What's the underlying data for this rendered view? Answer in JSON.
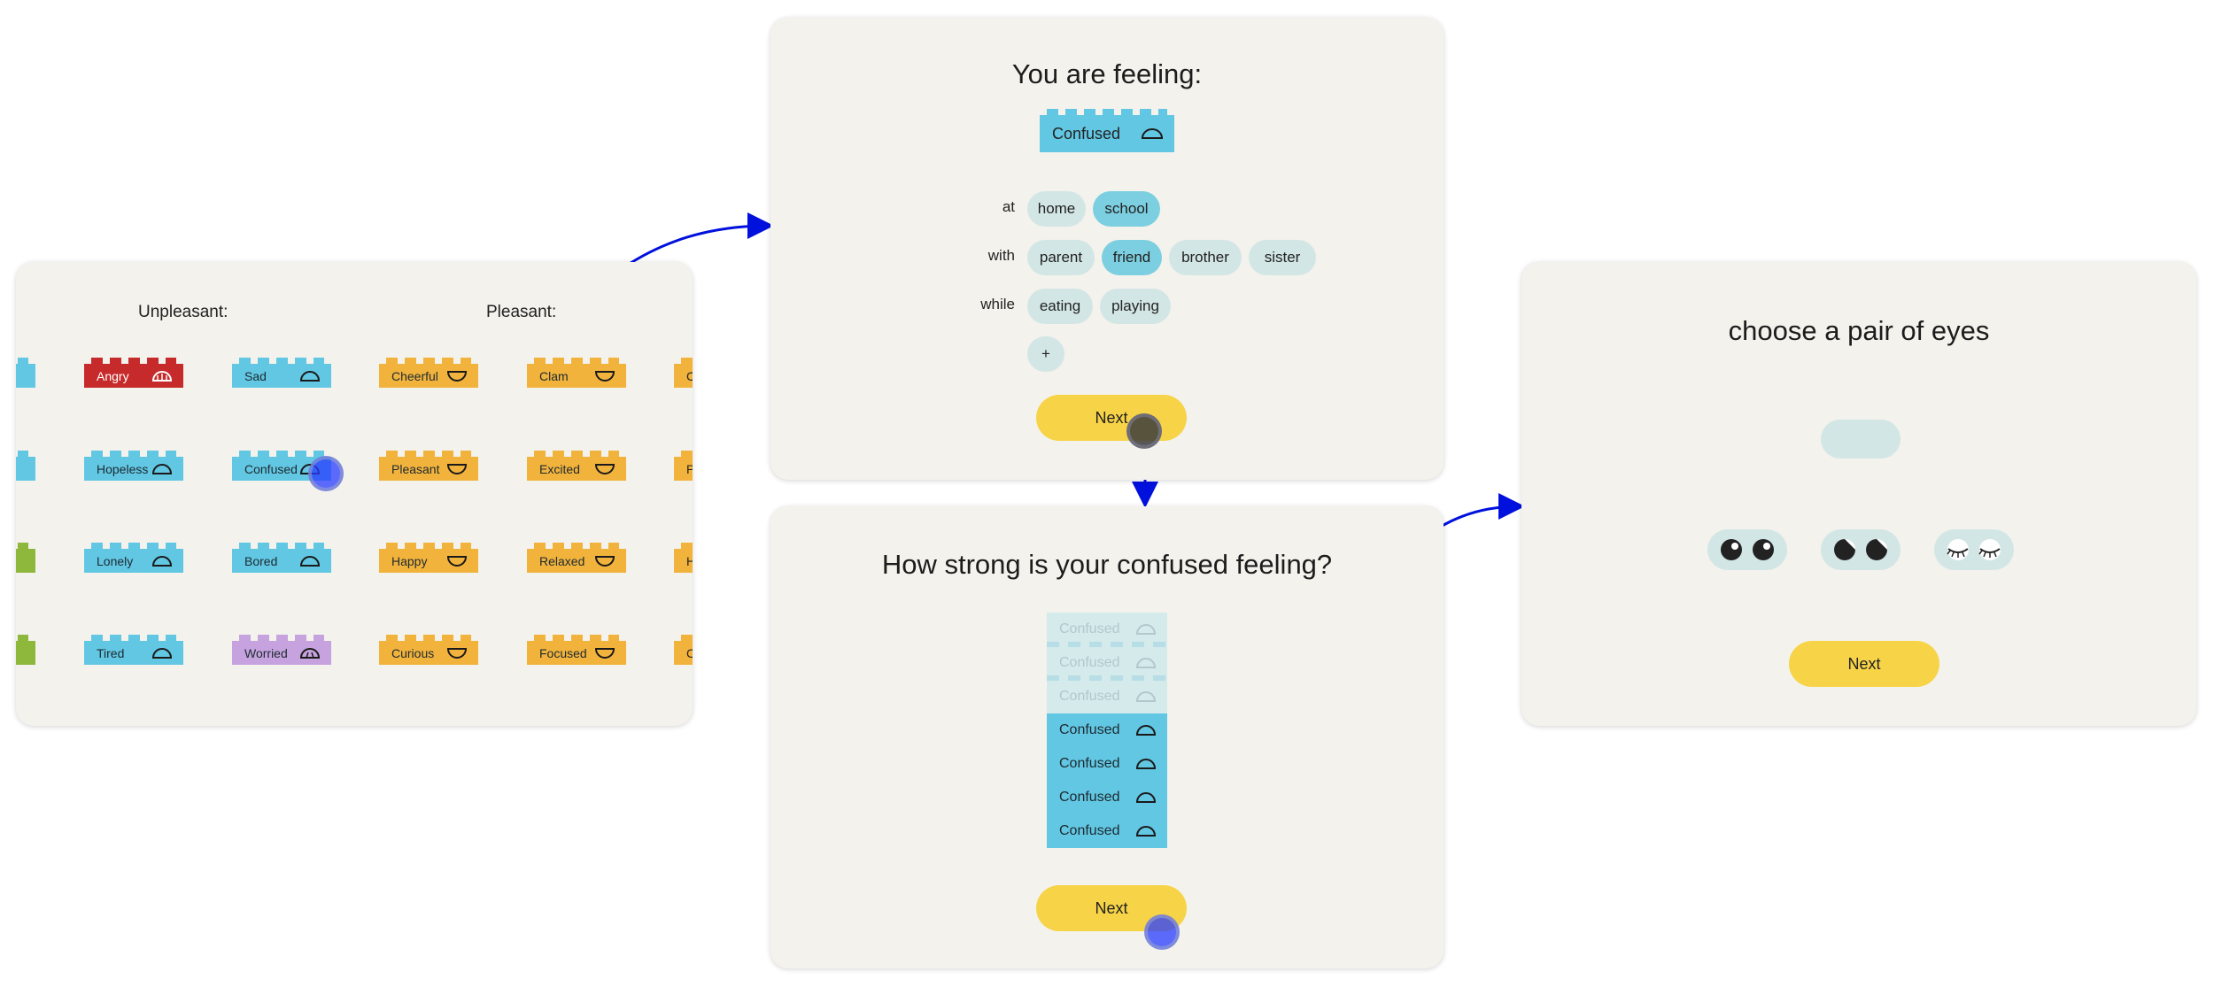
{
  "colors": {
    "blue": "#62c7e3",
    "red": "#c62a2a",
    "green": "#8db83c",
    "purple": "#c6a3df",
    "orange": "#f2b33d",
    "yellow_button": "#f7d347",
    "chip": "#d3e6e6",
    "chip_selected": "#7ccfe0",
    "panel": "#f3f2ec",
    "arrow": "#0010dd"
  },
  "screen1": {
    "unpleasant_label": "Unpleasant:",
    "pleasant_label": "Pleasant:",
    "bricks": [
      {
        "label": "Angry",
        "color": "red",
        "face": "angry-face-icon"
      },
      {
        "label": "Sad",
        "color": "blue",
        "face": "sad-face-icon"
      },
      {
        "label": "Cheerful",
        "color": "orange",
        "face": "smile-face-icon"
      },
      {
        "label": "Clam",
        "color": "orange",
        "face": "smile-face-icon"
      },
      {
        "label": "Hopeless",
        "color": "blue",
        "face": "sad-face-icon"
      },
      {
        "label": "Confused",
        "color": "blue",
        "face": "sad-face-icon"
      },
      {
        "label": "Pleasant",
        "color": "orange",
        "face": "smile-face-icon"
      },
      {
        "label": "Excited",
        "color": "orange",
        "face": "smile-face-icon"
      },
      {
        "label": "Lonely",
        "color": "blue",
        "face": "sad-face-icon"
      },
      {
        "label": "Bored",
        "color": "blue",
        "face": "sad-face-icon"
      },
      {
        "label": "Happy",
        "color": "orange",
        "face": "smile-face-icon"
      },
      {
        "label": "Relaxed",
        "color": "orange",
        "face": "smile-face-icon"
      },
      {
        "label": "Tired",
        "color": "blue",
        "face": "sad-face-icon"
      },
      {
        "label": "Worried",
        "color": "purple",
        "face": "worried-face-icon"
      },
      {
        "label": "Curious",
        "color": "orange",
        "face": "smile-face-icon"
      },
      {
        "label": "Focused",
        "color": "orange",
        "face": "smile-face-icon"
      }
    ],
    "edge_bricks_left": [
      {
        "label": "",
        "color": "blue"
      },
      {
        "label": "",
        "color": "blue"
      },
      {
        "label": "",
        "color": "green"
      },
      {
        "label": "",
        "color": "green"
      }
    ],
    "edge_bricks_right": [
      {
        "label": "C",
        "color": "orange"
      },
      {
        "label": "P",
        "color": "orange"
      },
      {
        "label": "H",
        "color": "orange"
      },
      {
        "label": "C",
        "color": "orange"
      }
    ]
  },
  "screen2": {
    "title": "You are feeling:",
    "selected_feeling": "Confused",
    "rows": [
      {
        "label": "at",
        "chips": [
          {
            "text": "home",
            "selected": false
          },
          {
            "text": "school",
            "selected": true
          }
        ]
      },
      {
        "label": "with",
        "chips": [
          {
            "text": "parent",
            "selected": false
          },
          {
            "text": "friend",
            "selected": true
          },
          {
            "text": "brother",
            "selected": false
          },
          {
            "text": "sister",
            "selected": false
          }
        ]
      },
      {
        "label": "while",
        "chips": [
          {
            "text": "eating",
            "selected": false
          },
          {
            "text": "playing",
            "selected": false
          }
        ]
      }
    ],
    "add_chip": "+",
    "next_label": "Next"
  },
  "screen3": {
    "title": "How strong is your confused feeling?",
    "stack_label": "Confused",
    "stack_total": 7,
    "stack_active": 4,
    "next_label": "Next"
  },
  "screen4": {
    "title": "choose a pair of eyes",
    "options": [
      "round-eyes-icon",
      "side-glance-eyes-icon",
      "closed-lashes-eyes-icon"
    ],
    "next_label": "Next"
  }
}
